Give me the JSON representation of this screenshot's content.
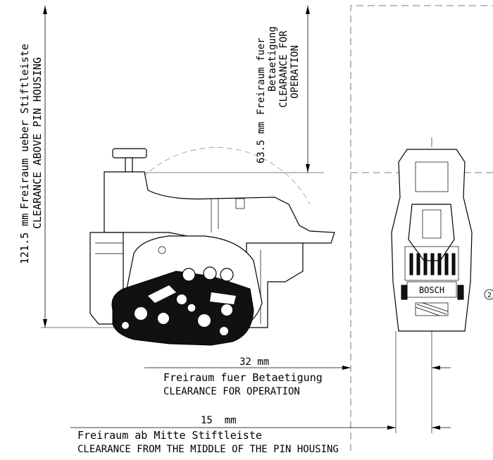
{
  "dimensions": {
    "clearance_above": {
      "value": "121.5 mm",
      "label_de": "Freiraum ueber Stiftleiste",
      "label_en": "CLEARANCE ABOVE PIN HOUSING"
    },
    "clearance_operation_vertical": {
      "value": "63.5 mm",
      "label_de_1": "Freiraum fuer",
      "label_de_2": "Betaetigung",
      "label_en_1": "CLEARANCE FOR",
      "label_en_2": "OPERATION"
    },
    "clearance_operation_horizontal": {
      "value": "32 mm",
      "label_de": "Freiraum fuer Betaetigung",
      "label_en": "CLEARANCE FOR OPERATION"
    },
    "clearance_middle": {
      "value": "15  mm",
      "label_de": "Freiraum ab Mitte Stiftleiste",
      "label_en": "CLEARANCE FROM THE MIDDLE OF THE PIN HOUSING"
    }
  },
  "brand_label": "BOSCH",
  "callout_number": "2"
}
